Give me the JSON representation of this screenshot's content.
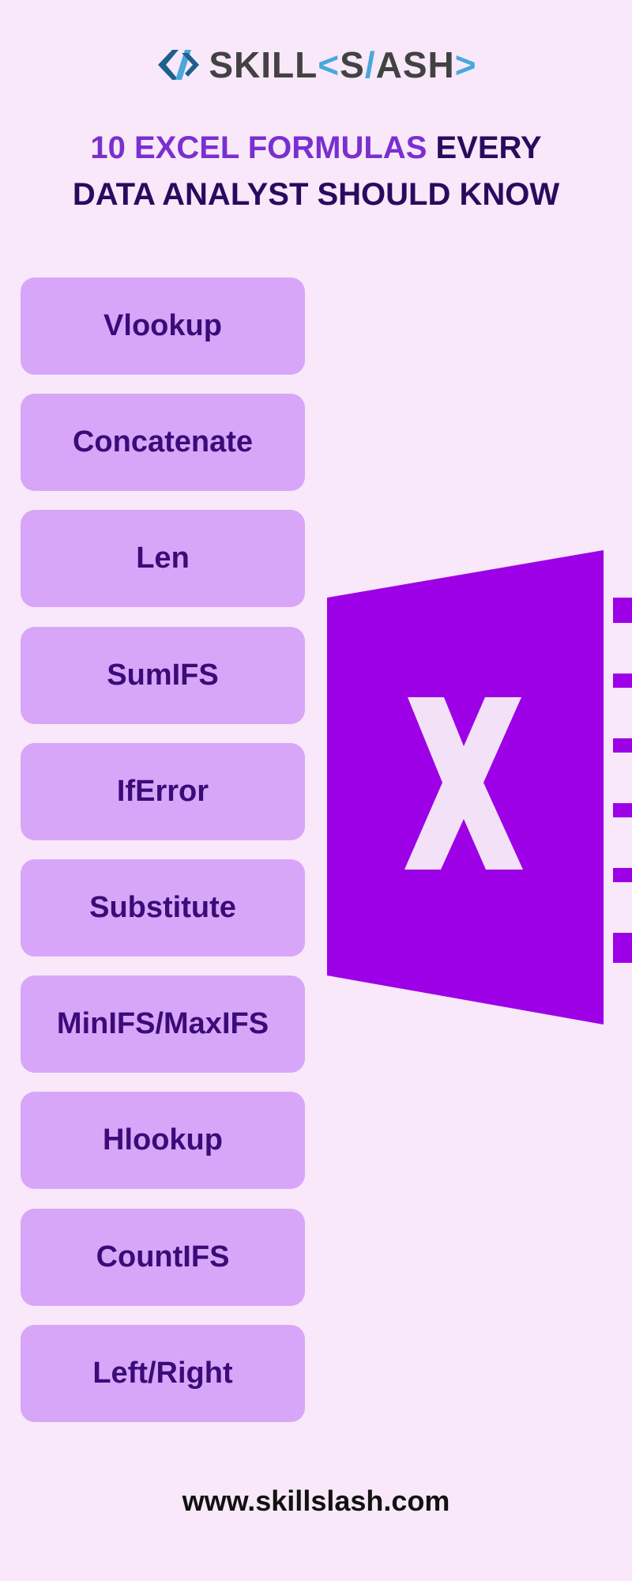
{
  "logo": {
    "icon": "skillslash-logo-icon",
    "word_main": "SKILL",
    "lt": "<",
    "s": "S",
    "slash": "/",
    "ash": "ASH",
    "gt": ">"
  },
  "headline": {
    "accent": "10 EXCEL FORMULAS",
    "line1_rest": " EVERY",
    "line2": "DATA ANALYST SHOULD KNOW"
  },
  "formulas": [
    "Vlookup",
    "Concatenate",
    "Len",
    "SumIFS",
    "IfError",
    "Substitute",
    "MinIFS/MaxIFS",
    "Hlookup",
    "CountIFS",
    "Left/Right"
  ],
  "graphic": {
    "icon": "excel-icon",
    "letter": "X"
  },
  "footer": {
    "website": "www.skillslash.com"
  },
  "colors": {
    "background": "#f8e8fa",
    "button": "#d8a6f8",
    "button_text": "#3b0b78",
    "accent": "#7a2fd0",
    "heading": "#2b0a5e",
    "excel_purple": "#9d00e6",
    "logo_blue": "#49a7dc",
    "logo_dark": "#424242"
  }
}
